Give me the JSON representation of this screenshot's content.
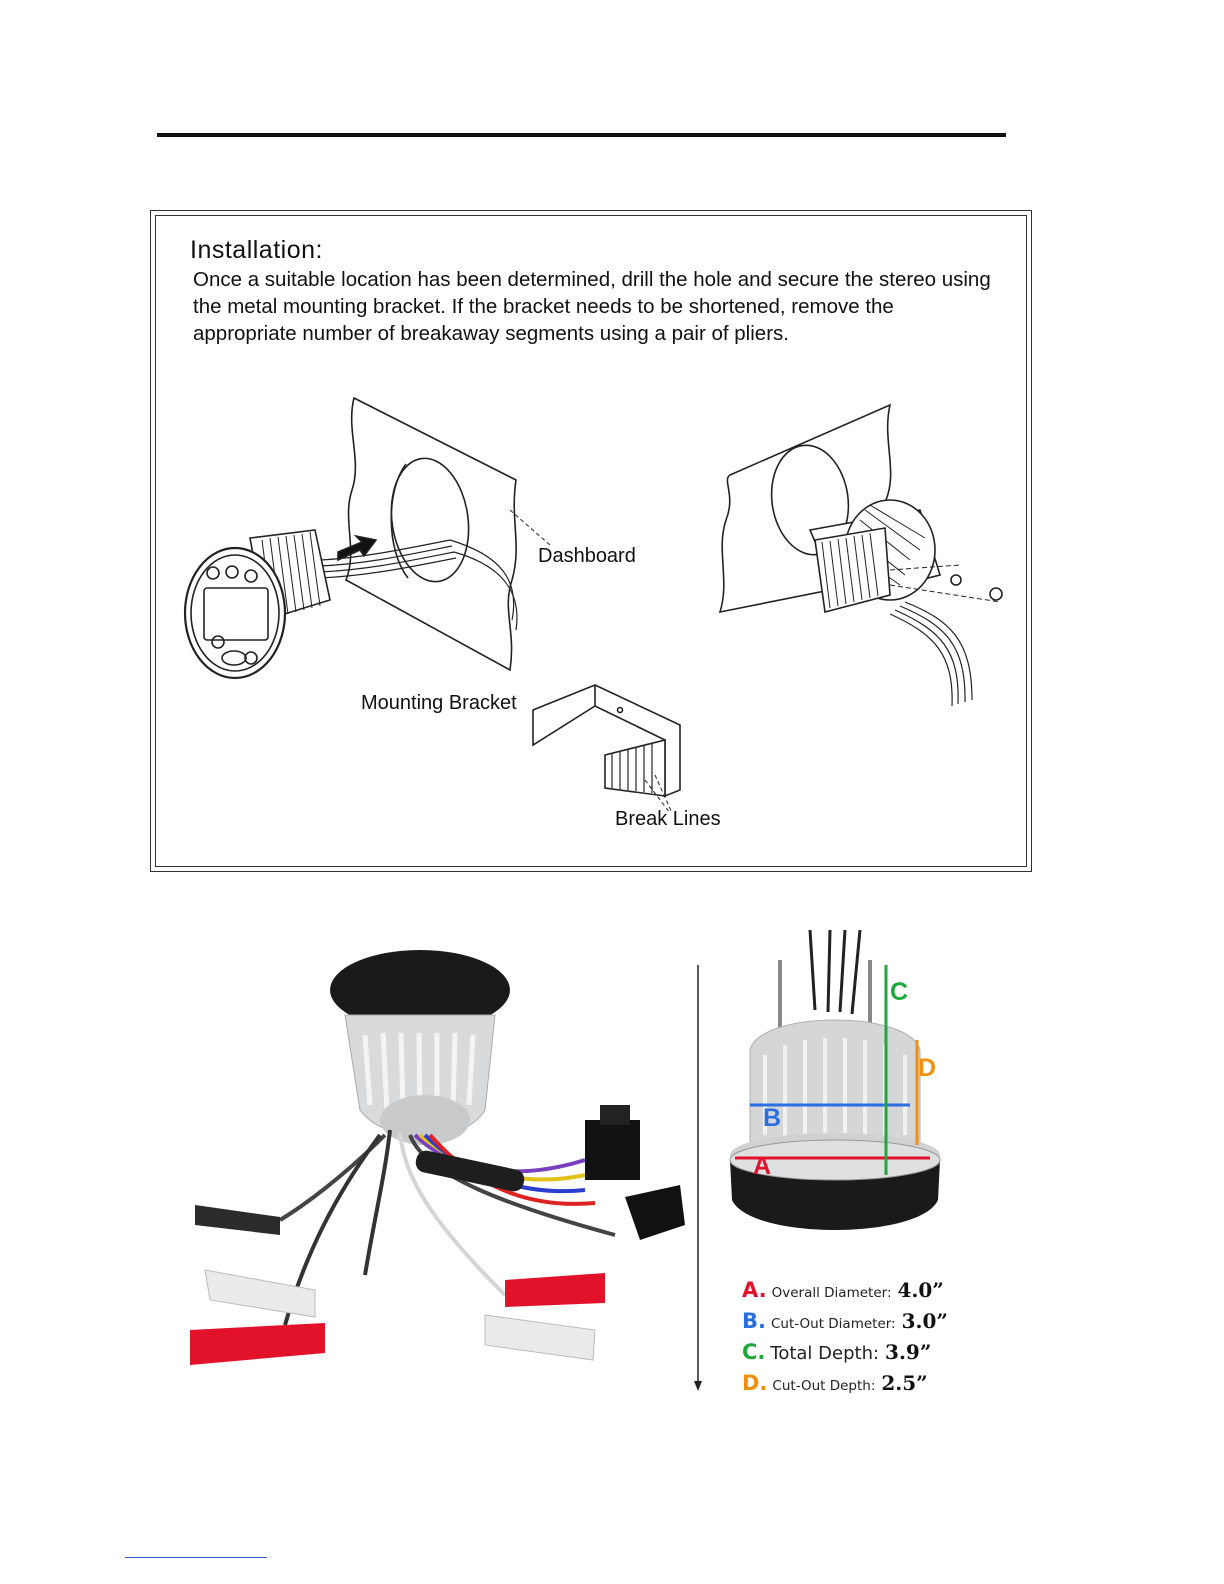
{
  "installation": {
    "heading": "Installation:",
    "body": "Once a suitable location has been determined, drill the hole and secure the stereo using the metal mounting bracket. If the bracket needs to be shortened, remove the appropriate number of breakaway segments using a pair of pliers.",
    "labels": {
      "dashboard": "Dashboard",
      "mounting_bracket": "Mounting Bracket",
      "break_lines": "Break Lines"
    }
  },
  "specs": [
    {
      "letter": "A.",
      "name": "Overall Diameter:",
      "value": "4.0”",
      "color": "#e3122b"
    },
    {
      "letter": "B.",
      "name": "Cut-Out Diameter:",
      "value": "3.0”",
      "color": "#2b6fe0"
    },
    {
      "letter": "C.",
      "name": "Total Depth:",
      "value": "3.9”",
      "color": "#1fa83a"
    },
    {
      "letter": "D.",
      "name": "Cut-Out Depth:",
      "value": "2.5”",
      "color": "#f0900f"
    }
  ],
  "dimension_markers": {
    "a": "A",
    "b": "B",
    "c": "C",
    "d": "D"
  },
  "colors": {
    "red": "#e3122b",
    "blue": "#2b6fe0",
    "green": "#1fa83a",
    "orange": "#f0900f"
  }
}
